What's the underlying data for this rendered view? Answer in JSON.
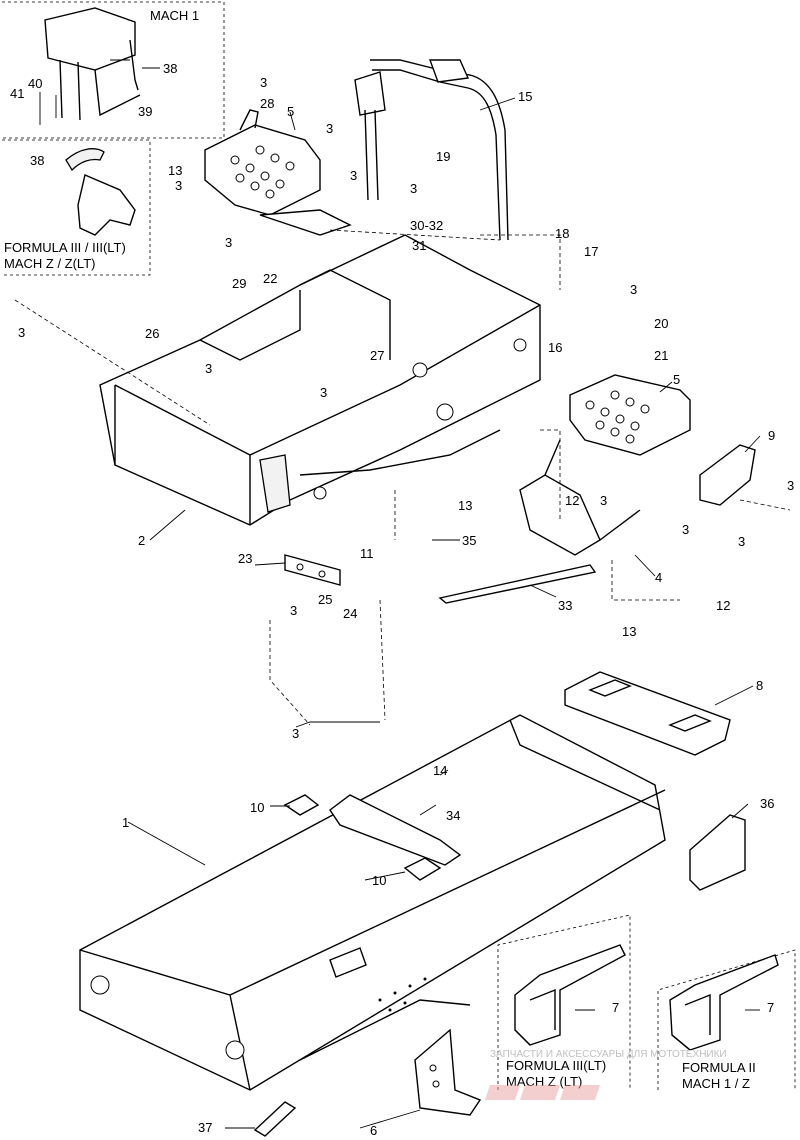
{
  "inset_labels": {
    "mach1": "MACH 1",
    "formula3_mach_z": [
      "FORMULA III / III(LT)",
      "MACH Z / Z(LT)"
    ],
    "formula3lt_machzlt": [
      "FORMULA III(LT)",
      "MACH Z (LT)"
    ],
    "formula2_mach1z": [
      "FORMULA II",
      "MACH 1 / Z"
    ]
  },
  "callouts": {
    "c1": "1",
    "c2": "2",
    "c3": "3",
    "c4": "4",
    "c5": "5",
    "c6": "6",
    "c7": "7",
    "c8": "8",
    "c9": "9",
    "c10": "10",
    "c11": "11",
    "c12": "12",
    "c13": "13",
    "c14": "14",
    "c15": "15",
    "c16": "16",
    "c17": "17",
    "c18": "18",
    "c19": "19",
    "c20": "20",
    "c21": "21",
    "c22": "22",
    "c23": "23",
    "c24": "24",
    "c25": "25",
    "c26": "26",
    "c27": "27",
    "c28": "28",
    "c29": "29",
    "c30_32": "30-32",
    "c31": "31",
    "c33": "33",
    "c34": "34",
    "c35": "35",
    "c36": "36",
    "c37": "37",
    "c38": "38",
    "c39": "39",
    "c40": "40",
    "c41": "41"
  },
  "watermark": {
    "line1": "ЗАПЧАСТИ И АКСЕССУАРЫ ДЛЯ МОТОТЕХНИКИ"
  }
}
